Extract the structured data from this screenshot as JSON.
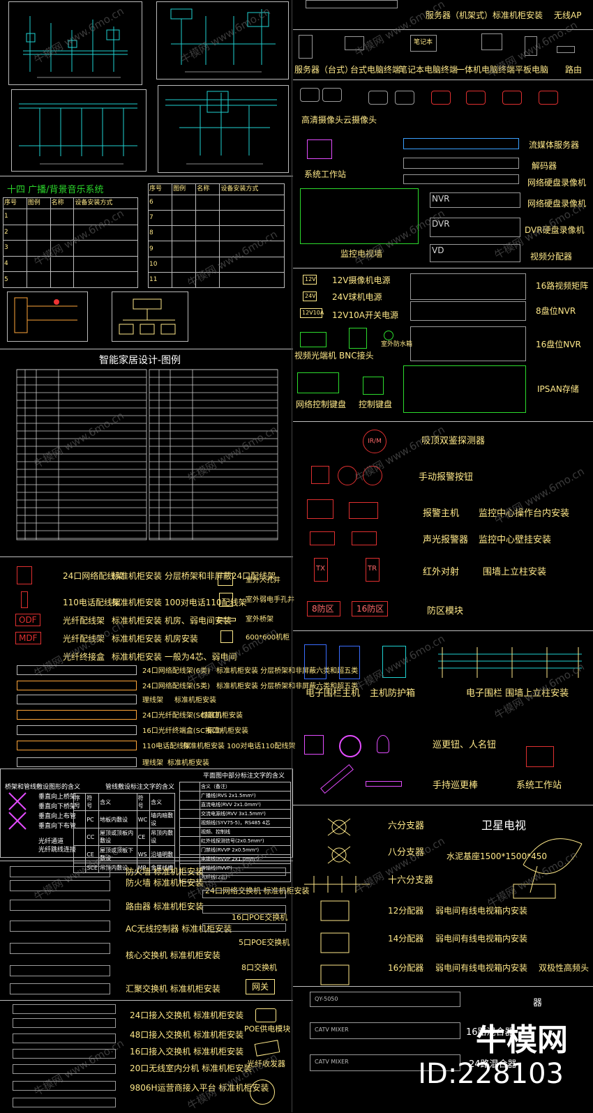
{
  "sections": {
    "top_right": {
      "title_row": [
        "服务器（机架式）标准机柜安装",
        "无线AP"
      ],
      "devices": [
        "服务器（台式）",
        "台式电脑终端",
        "笔记本电脑终端",
        "一体机电脑终端",
        "平板电脑",
        "路由"
      ],
      "laptop_screen": "笔记本"
    },
    "cctv": {
      "cams": [
        "高清摄像头",
        "云摄像头"
      ],
      "labels": [
        "系统工作站",
        "流媒体服务器",
        "解码器",
        "网络硬盘录像机",
        "网络硬盘录像机",
        "DVR硬盘录像机",
        "监控电视墙",
        "视频分配器"
      ],
      "dvr_tags": [
        "NVR",
        "DVR",
        "VD"
      ]
    },
    "power": {
      "labels": [
        "12V摄像机电源",
        "24V球机电源",
        "12V10A开关电源",
        "视频光端机",
        "室外防水箱",
        "BNC接头",
        "网络控制键盘",
        "控制键盘",
        "16路视频矩阵",
        "8盘位NVR",
        "16盘位NVR",
        "IPSAN存储"
      ],
      "tags": [
        "12V",
        "24V",
        "12V10A"
      ]
    },
    "alarm": {
      "labels": [
        "吸顶双鉴探测器",
        "手动报警按钮",
        "报警主机",
        "监控中心操作台内安装",
        "声光报警器",
        "监控中心壁挂安装",
        "红外对射",
        "围墙上立柱安装",
        "防区模块"
      ],
      "tags": [
        "IR/M",
        "TX",
        "TR",
        "8防区",
        "16防区"
      ]
    },
    "fence": {
      "labels": [
        "电子围栏主机",
        "主机防护箱",
        "电子围栏 围墙上立柱安装",
        "巡更钮、人名钮",
        "手持巡更棒",
        "系统工作站"
      ]
    },
    "catv": {
      "labels": [
        "六分支器",
        "卫星电视",
        "八分支器",
        "水泥基座1500*1500*450",
        "十六分支器",
        "12分配器",
        "弱电间有线电视箱内安装",
        "14分配器",
        "弱电间有线电视箱内安装",
        "16分配器",
        "弱电间有线电视箱内安装",
        "双极性高频头"
      ]
    },
    "bottom_right": {
      "labels": [
        "器",
        "16路混合器",
        "24路混合器"
      ],
      "rack_tags": [
        "QY-5050",
        "CATV MIXER",
        "CATV MIXER"
      ]
    },
    "broadcast": {
      "title": "十四 广播/背景音乐系统",
      "headers_left": [
        "序号",
        "图例",
        "名称",
        "设备安装方式"
      ],
      "headers_right": [
        "序号",
        "图例",
        "名称",
        "设备安装方式"
      ],
      "rows_left": [
        [
          "1",
          "",
          "",
          ""
        ],
        [
          "2",
          "",
          "",
          ""
        ],
        [
          "3",
          "",
          "",
          ""
        ],
        [
          "4",
          "",
          "",
          ""
        ],
        [
          "5",
          "",
          "",
          ""
        ]
      ],
      "rows_right": [
        [
          "6",
          "",
          "",
          ""
        ],
        [
          "7",
          "",
          "",
          ""
        ],
        [
          "8",
          "",
          "",
          ""
        ],
        [
          "9",
          "",
          "",
          ""
        ],
        [
          "10",
          "",
          "",
          ""
        ],
        [
          "11",
          "",
          "",
          ""
        ]
      ]
    },
    "smart_home": {
      "title": "智能家居设计-图例"
    },
    "cabling": {
      "labels": [
        "24口网络配线架",
        "标准机柜安装 分层桥架和非屏蔽24口配线架",
        "室外人孔井",
        "110电话配线架",
        "标准机柜安装 100对电话110配线架",
        "室外弱电手孔井",
        "光纤配线架",
        "标准机柜安装 机房、弱电间安装",
        "室外桥架",
        "光纤配线架",
        "标准机柜安装 机房安装",
        "600*600机柜",
        "光纤终接盒",
        "标准机柜安装 一般为4芯、弱电间",
        "24口网络配线架(6类)",
        "标准机柜安装 分层桥架和非屏蔽六类和超五类",
        "24口网络配线架(5类)",
        "标准机柜安装 分层桥架和非屏蔽六类和超五类",
        "理线架",
        "标准机柜安装",
        "24口光纤配线架(SC接口)",
        "标准机柜安装",
        "16口光纤终端盒(SC接口)",
        "标准机柜安装",
        "110电话配线架",
        "标准机柜安装 100对电话110配线架",
        "理线架",
        "标准机柜安装"
      ],
      "tags": [
        "ODF",
        "MDF"
      ]
    },
    "legend_mini": {
      "left_title": "桥架和管线敷设图形的含义",
      "left_items": [
        "垂直向上桥架",
        "垂直向下桥架",
        "垂直向上布管",
        "垂直向下布管",
        "光纤通道",
        "光纤跳线连接"
      ],
      "mid_title": "管线敷设标注文字的含义",
      "mid_headers": [
        "序号",
        "符号",
        "含义",
        "符号",
        "含义"
      ],
      "mid_rows": [
        [
          "",
          "PC",
          "地板内敷设",
          "WC",
          "墙内暗敷设"
        ],
        [
          "",
          "CC",
          "屋顶或顶板内敷设",
          "CE",
          "吊顶内敷设"
        ],
        [
          "",
          "CE",
          "屋顶或顶板下敷设",
          "WS",
          "沿墙明敷"
        ],
        [
          "",
          "SCE",
          "吊顶内敷设",
          "MR",
          "金属线槽"
        ],
        [
          "",
          "",
          "",
          "",
          ""
        ]
      ],
      "right_title": "平面图中部分标注文字的含义",
      "right_header": "含义（备注）",
      "right_rows": [
        "广播线(RVS 2x1.5mm²)",
        "直流电线(RVV 2x1.0mm²)",
        "交流电源线(RVV 3x1.5mm²)",
        "视频线(SYV75-5)，RS485 4芯",
        "视频、控制线",
        "红外线探测信号(2x0.5mm²)",
        "门禁线(RVVP 2x0.5mm²)",
        "电锁线(RVVP 2x1.0mm²)",
        "传输线(RVVP)",
        "光纤线(2芯)"
      ]
    },
    "network": {
      "labels": [
        "防火墙 标准机柜安装",
        "防火墙 标准机柜安装",
        "24口网络交换机 标准机柜安装",
        "路由器 标准机柜安装",
        "16口POE交换机",
        "AC无线控制器 标准机柜安装",
        "5口POE交换机",
        "核心交换机 标准机柜安装",
        "8口交换机",
        "汇聚交换机 标准机柜安装",
        "网关"
      ]
    },
    "access": {
      "labels": [
        "24口接入交换机 标准机柜安装",
        "POE供电模块",
        "48口接入交换机 标准机柜安装",
        "16口接入交换机 标准机柜安装",
        "光纤收发器",
        "20口无线室内分机 标准机柜安装",
        "9806H运营商接入平台 标准机柜安装"
      ]
    }
  },
  "watermark_text": "牛模网  www.6mo.cn",
  "brand": {
    "name": "牛模网",
    "id": "ID:228103"
  }
}
